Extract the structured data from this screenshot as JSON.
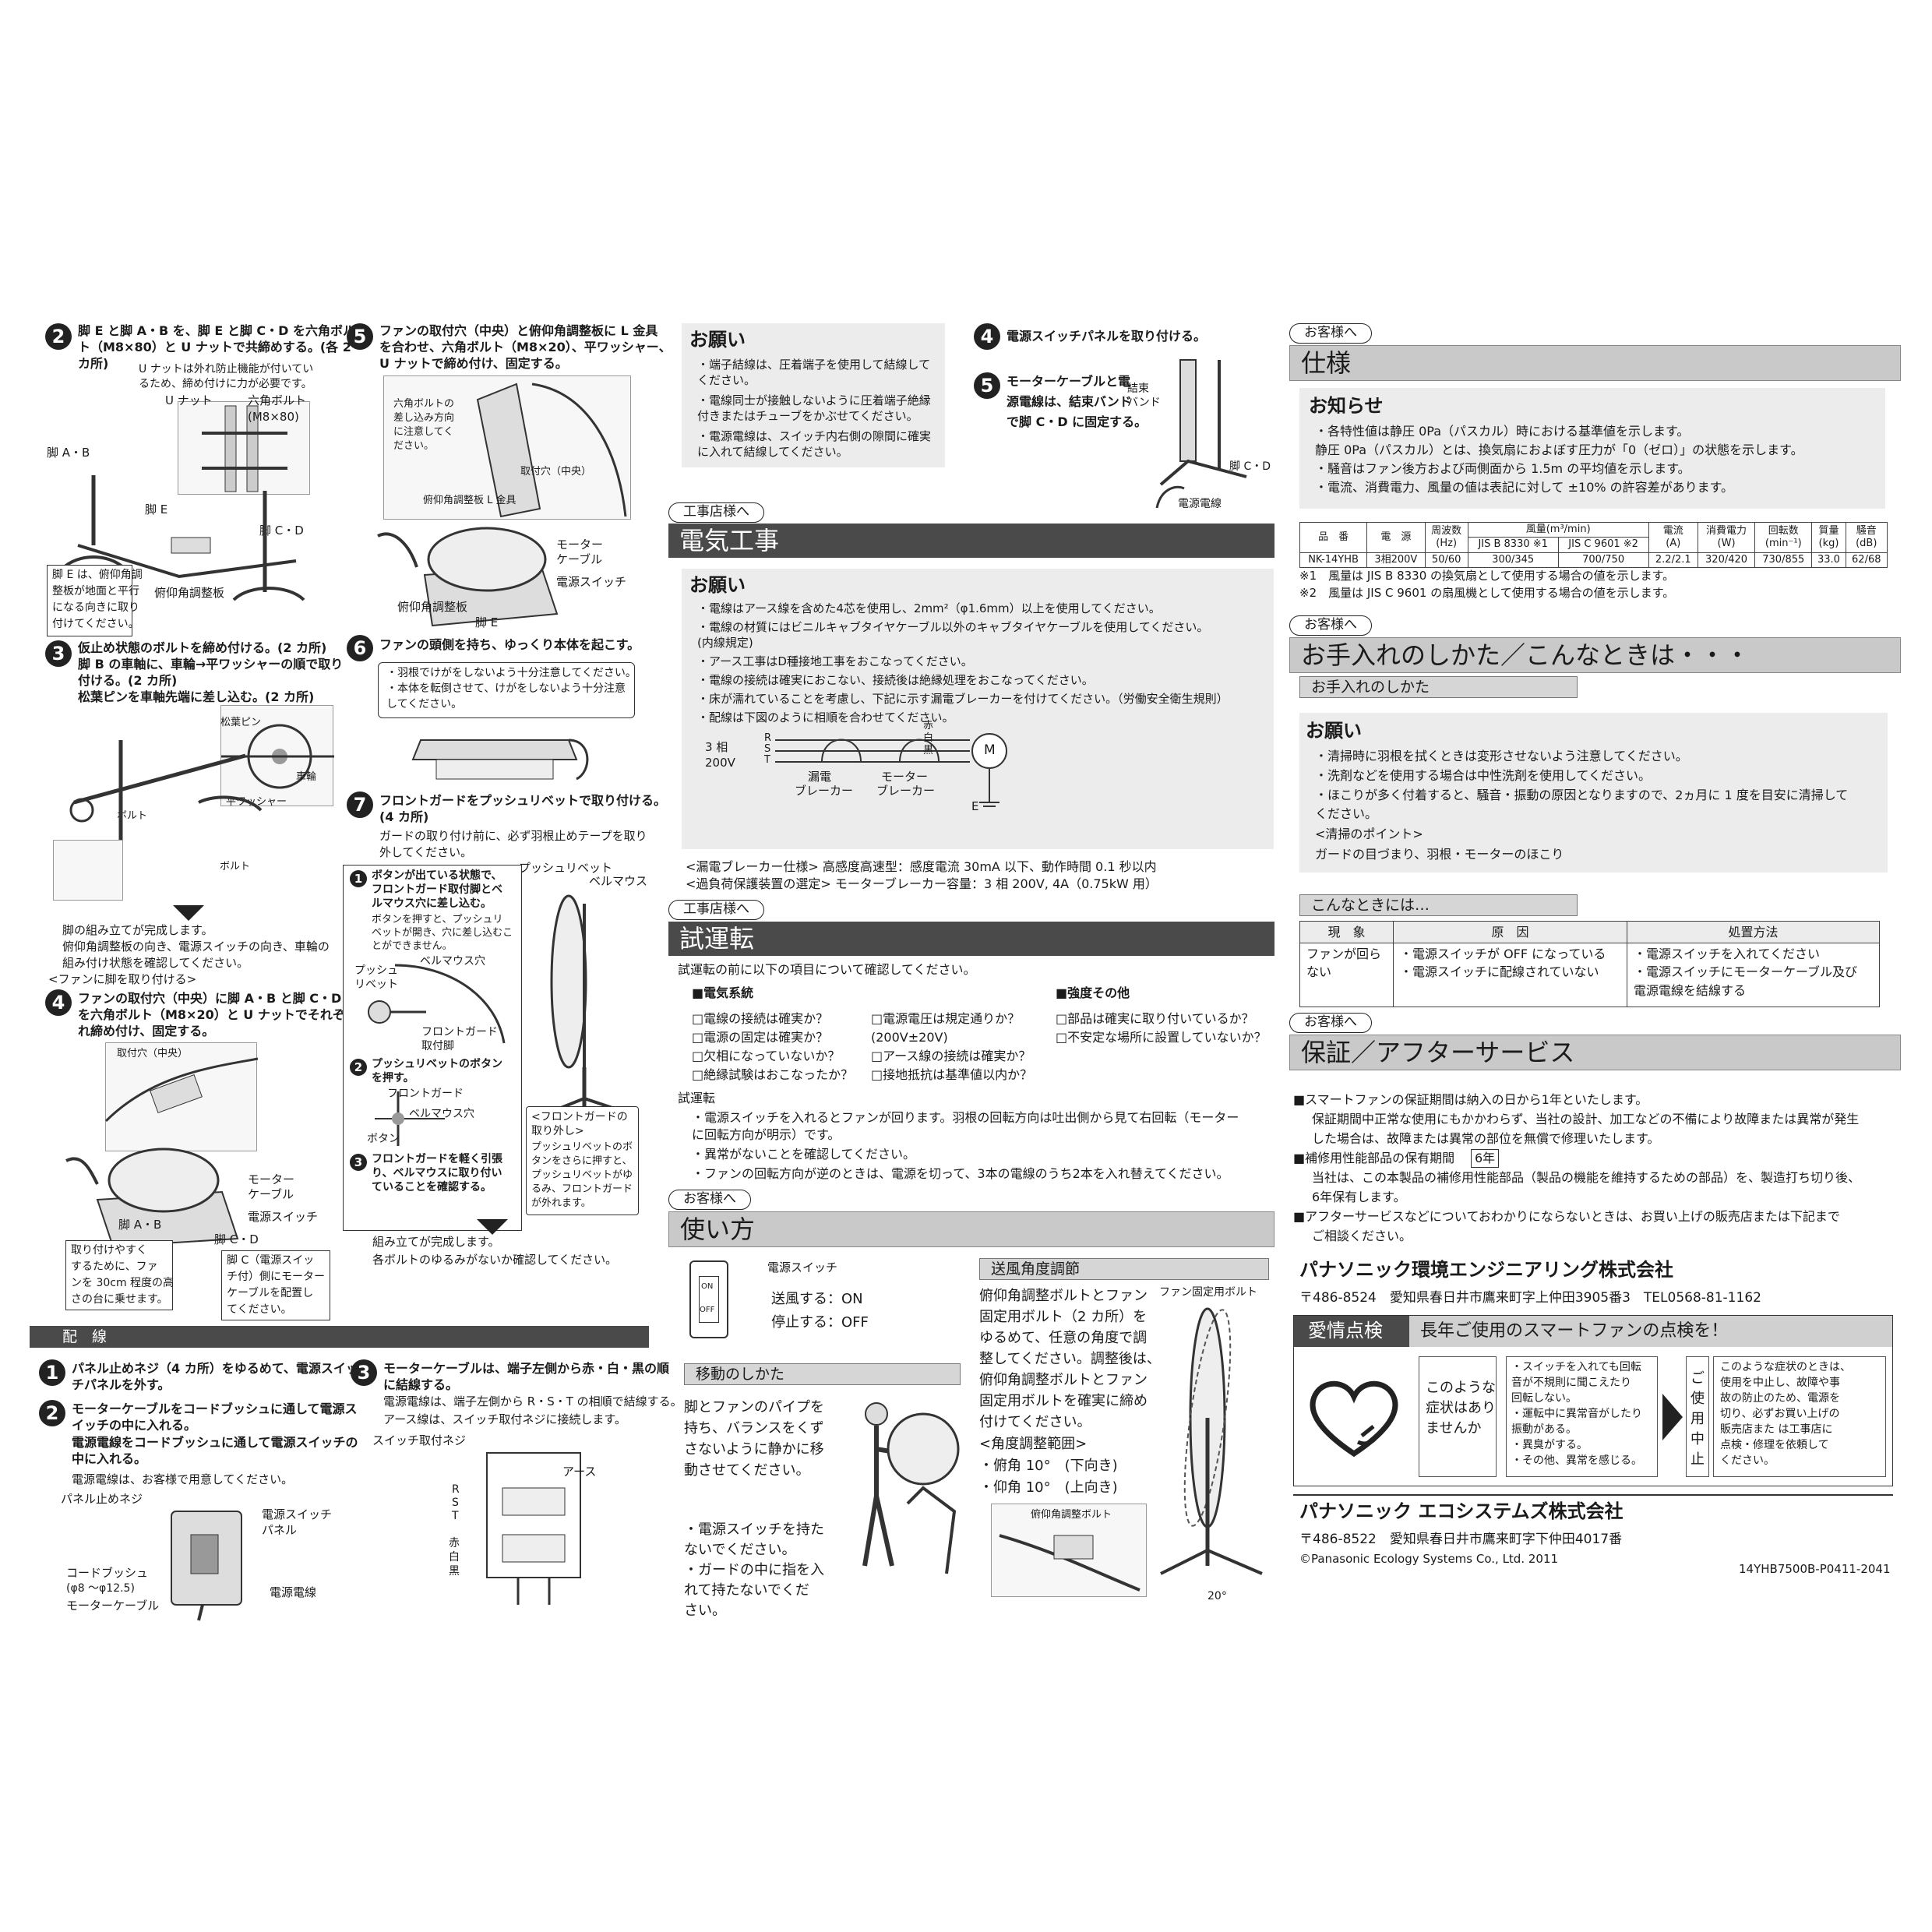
{
  "col1": {
    "step2": {
      "num": "2",
      "line1": "脚 E と脚 A・B を、脚 E と脚 C・D を六角ボル",
      "line2": "ト（M8×80）と U ナットで共締めする。(各 2",
      "line3": "カ所)"
    },
    "step2_note1": "U ナットは外れ防止機能が付いてい",
    "step2_note2": "るため、締め付けに力が必要です。",
    "lbl_unut": "U ナット",
    "lbl_hexbolt": "六角ボルト",
    "lbl_hexbolt_size": "(M8×80)",
    "lbl_leg_ab": "脚 A・B",
    "lbl_leg_e": "脚 E",
    "lbl_leg_cd": "脚 C・D",
    "lbl_tilt_plate": "俯仰角調整板",
    "leg_e_note": [
      "脚 E は、俯仰角調",
      "整板が地面と平行",
      "になる向きに取り",
      "付けてください。"
    ],
    "step3": {
      "num": "3",
      "line1": "仮止め状態のボルトを締め付ける。(2 カ所)",
      "line2": "脚 B の車軸に、車輪→平ワッシャーの順で取り",
      "line3": "付ける。(2 カ所)",
      "line4": "松葉ピンを車軸先端に差し込む。(2 カ所)"
    },
    "lbl_pin": "松葉ピン",
    "lbl_wheel": "車輪",
    "lbl_washer": "平ワッシャー",
    "lbl_bolt": "ボルト",
    "lbl_bolt2": "ボルト",
    "step3_done1": "脚の組み立てが完成します。",
    "step3_done2": "俯仰角調整板の向き、電源スイッチの向き、車輪の",
    "step3_done3": "組み付け状態を確認してください。",
    "step3_sub": "<ファンに脚を取り付ける>",
    "step4": {
      "num": "4",
      "line1": "ファンの取付穴（中央）に脚 A・B と脚 C・D",
      "line2": "を六角ボルト（M8×20）と U ナットでそれぞ",
      "line3": "れ締め付け、固定する。"
    },
    "lbl_hole_center": "取付穴（中央）",
    "lbl_motor_cable": "モーター",
    "lbl_motor_cable2": "ケーブル",
    "lbl_power_switch": "電源スイッチ",
    "lbl_leg_ab2": "脚 A・B",
    "lbl_leg_cd2": "脚 C・D",
    "step4_note": [
      "取り付けやすく",
      "するために、ファ",
      "ンを 30cm 程度の高",
      "さの台に乗せます。"
    ],
    "step4_note2": [
      "脚 C（電源スイッ",
      "チ付）側にモーター",
      "ケーブルを配置し",
      "てください。"
    ]
  },
  "col2": {
    "step5": {
      "num": "5",
      "line1": "ファンの取付穴（中央）と俯仰角調整板に L 金具",
      "line2": "を合わせ、六角ボルト（M8×20）、平ワッシャー、",
      "line3": "U ナットで締め付け、固定する。"
    },
    "fig5_note": [
      "六角ボルトの",
      "差し込み方向",
      "に注意してく",
      "ださい。"
    ],
    "lbl_hole_center": "取付穴（中央）",
    "lbl_tilt_lbracket": "俯仰角調整板  L 金具",
    "lbl_motor": "モーター",
    "lbl_cable": "ケーブル",
    "lbl_switch": "電源スイッチ",
    "lbl_tilt_plate": "俯仰角調整板",
    "lbl_leg_e": "脚 E",
    "step6": {
      "num": "6",
      "line1": "ファンの頭側を持ち、ゆっくり本体を起こす。"
    },
    "step6_note1": "・羽根でけがをしないよう十分注意してください。",
    "step6_note2": "・本体を転倒させて、けがをしないよう十分注意",
    "step6_note3": "  してください。",
    "step7": {
      "num": "7",
      "line1": "フロントガードをプッシュリベットで取り付ける。",
      "line2": "(4 カ所)"
    },
    "step7_desc1": "ガードの取り付け前に、必ず羽根止めテープを取り",
    "step7_desc2": "外してください。",
    "sub1": [
      "ボタンが出ている状態で、",
      "フロントガード取付脚とベ",
      "ルマウス穴に差し込む。"
    ],
    "sub1_note": [
      "ボタンを押すと、プッシュリ",
      "ベットが開き、穴に差し込むこ",
      "とができません。"
    ],
    "lbl_push_rivet": "プッシュリベット",
    "lbl_bellmouth": "ベルマウス",
    "lbl_push": "プッシュ",
    "lbl_rivet": "リベット",
    "lbl_bellmouth_hole": "ベルマウス穴",
    "lbl_fg_leg1": "フロントガード",
    "lbl_fg_leg2": "取付脚",
    "sub2": [
      "プッシュリベットのボタン",
      "を押す。"
    ],
    "lbl_fg": "フロントガード",
    "lbl_bellmouth_hole2": "ベルマウス穴",
    "lbl_button": "ボタン",
    "sub3": [
      "フロントガードを軽く引張",
      "り、ベルマウスに取り付い",
      "ていることを確認する。"
    ],
    "remove_title": [
      "<フロントガードの",
      "取り外し>"
    ],
    "remove_body": [
      "プッシュリベットのボ",
      "タンをさらに押すと、",
      "プッシュリベットがゆ",
      "るみ、フロントガード",
      "が外れます。"
    ],
    "done1": "組み立てが完成します。",
    "done2": "各ボルトのゆるみがないか確認してください。"
  },
  "wiring": {
    "title": "配　線",
    "step1": {
      "num": "1",
      "line1": "パネル止めネジ（4 カ所）をゆるめて、電源スイッ",
      "line2": "チパネルを外す。"
    },
    "step2": {
      "num": "2",
      "line1": "モーターケーブルをコードブッシュに通して電源ス",
      "line2": "イッチの中に入れる。",
      "line3": "電源電線をコードブッシュに通して電源スイッチの",
      "line4": "中に入れる。"
    },
    "note": "電源電線は、お客様で用意してください。",
    "lbl_panel_screw": "パネル止めネジ",
    "lbl_switch_panel1": "電源スイッチ",
    "lbl_switch_panel2": "パネル",
    "lbl_bush": "コードブッシュ",
    "lbl_bush_size": "(φ8 ～φ12.5)",
    "lbl_power_wire": "電源電線",
    "lbl_motor_cable": "モーターケーブル",
    "step3": {
      "num": "3",
      "line1": "モーターケーブルは、端子左側から赤・白・黒の順",
      "line2": "に結線する。",
      "line3": "電源電線は、端子左側から R・S・T の相順で結線する。",
      "line4": "アース線は、スイッチ取付ネジに接続します。"
    },
    "lbl_switch_screw": "スイッチ取付ネジ",
    "lbl_earth": "アース",
    "lbl_r": "R",
    "lbl_s": "S",
    "lbl_t": "T",
    "lbl_red": "赤",
    "lbl_white": "白",
    "lbl_black": "黒"
  },
  "col3": {
    "req_title": "お願い",
    "req1a": "・端子結線は、圧着端子を使用して結線して",
    "req1b": "  ください。",
    "req2a": "・電線同士が接触しないように圧着端子絶縁",
    "req2b": "  付きまたはチューブをかぶせてください。",
    "req3a": "・電源電線は、スイッチ内右側の隙間に確実",
    "req3b": "  に入れて結線してください。",
    "tag_contractor": "工事店様へ",
    "elec_title": "電気工事",
    "elec_req_title": "お願い",
    "elec1": "・電線はアース線を含めた4芯を使用し、2mm²（φ1.6mm）以上を使用してください。",
    "elec2a": "・電線の材質にはビニルキャブタイヤケーブル以外のキャブタイヤケーブルを使用してください。",
    "elec2b": "  (内線規定)",
    "elec3": "・アース工事はD種接地工事をおこなってください。",
    "elec4": "・電線の接続は確実におこない、接続後は絶縁処理をおこなってください。",
    "elec5": "・床が濡れていることを考慮し、下記に示す漏電ブレーカーを付けてください。（労働安全衛生規則）",
    "elec6": "・配線は下図のように相順を合わせてください。",
    "diag_3phase": "3 相",
    "diag_volt": "200V",
    "diag_r": "R",
    "diag_s": "S",
    "diag_t": "T",
    "diag_red": "赤",
    "diag_white": "白",
    "diag_black": "黒",
    "diag_m": "M",
    "diag_e": "E",
    "diag_leak1": "漏電",
    "diag_leak2": "ブレーカー",
    "diag_motor1": "モーター",
    "diag_motor2": "ブレーカー",
    "leak_spec": "<漏電ブレーカー仕様>  高感度高速型：感度電流 30mA 以下、動作時間 0.1 秒以内",
    "overload_spec": "<過負荷保護装置の選定>  モーターブレーカー容量：3 相 200V, 4A（0.75kW 用）",
    "tag_contractor2": "工事店様へ",
    "trial_title": "試運転",
    "trial_intro": "試運転の前に以下の項目について確認してください。",
    "trial_h1": "■電気系統",
    "trial_h2": "■強度その他",
    "chk1": "□電線の接続は確実か？",
    "chk2": "□電源の固定は確実か？",
    "chk3": "□欠相になっていないか？",
    "chk4": "□絶縁試験はおこなったか？",
    "chk5": "□電源電圧は規定通りか？",
    "chk5b": "  (200V±20V)",
    "chk6": "□アース線の接続は確実か？",
    "chk7": "□接地抵抗は基準値以内か？",
    "chk8": "□部品は確実に取り付いているか？",
    "chk9": "□不安定な場所に設置していないか？",
    "trial_sub": "試運転",
    "trial1a": "・電源スイッチを入れるとファンが回ります。羽根の回転方向は吐出側から見て右回転（モーター",
    "trial1b": "  に回転方向が明示）です。",
    "trial2": "・異常がないことを確認してください。",
    "trial3": "・ファンの回転方向が逆のときは、電源を切って、3本の電線のうち2本を入れ替えてください。",
    "tag_customer": "お客様へ",
    "usage_title": "使い方",
    "lbl_power_switch": "電源スイッチ",
    "on_label": "ON",
    "off_label": "OFF",
    "send": "送風する：ON",
    "stop": "停止する：OFF",
    "move_title": "移動のしかた",
    "move1": "脚とファンのパイプを",
    "move2": "持ち、バランスをくず",
    "move3": "さないように静かに移",
    "move4": "動させてください。",
    "move_n1a": "・電源スイッチを持た",
    "move_n1b": "  ないでください。",
    "move_n2a": "・ガードの中に指を入",
    "move_n2b": "  れて持たないでくだ",
    "move_n2c": "  さい。",
    "angle_title": "送風角度調節",
    "angle1": "俯仰角調整ボルトとファン",
    "angle2": "固定用ボルト（2 カ所）を",
    "angle3": "ゆるめて、任意の角度で調",
    "angle4": "整してください。調整後は、",
    "angle5": "俯仰角調整ボルトとファン",
    "angle6": "固定用ボルトを確実に締め",
    "angle7": "付けてください。",
    "angle_range": "<角度調整範囲>",
    "angle_down": "・俯角 10°　(下向き)",
    "angle_up": "・仰角 10°　(上向き)",
    "lbl_tilt_bolt": "俯仰角調整ボルト",
    "lbl_fan_bolt": "ファン固定用ボルト",
    "lbl_20deg": "20°",
    "step4": {
      "num": "4",
      "line1": "電源スイッチパネルを取り付ける。"
    },
    "step5": {
      "num": "5",
      "line1": "モーターケーブルと電",
      "line2": "源電線は、結束バンド",
      "line3": "で脚 C・D に固定する。"
    },
    "lbl_band1": "結束",
    "lbl_band2": "バンド",
    "lbl_leg_cd": "脚 C・D",
    "lbl_power_wire": "電源電線"
  },
  "col4": {
    "tag1": "お客様へ",
    "spec_title": "仕様",
    "notice_title": "お知らせ",
    "n1": "・各特性値は静圧 0Pa（パスカル）時における基準値を示します。",
    "n1b": "  静圧 0Pa（パスカル）とは、換気扇におよぼす圧力が「0（ゼロ）」の状態を示します。",
    "n2": "・騒音はファン後方および両側面から 1.5m の平均値を示します。",
    "n3": "・電流、消費電力、風量の値は表記に対して ±10% の許容差があります。",
    "table_head1": [
      "品　番",
      "電　源",
      "周波数\n(Hz)",
      "風量(m³/min)",
      "電流\n(A)",
      "消費電力\n(W)",
      "回転数\n(min⁻¹)",
      "質量\n(kg)",
      "騒音\n(dB)"
    ],
    "table_head2": [
      "JIS B 8330 ※1",
      "JIS C 9601 ※2"
    ],
    "table_row": [
      "NK-14YHB",
      "3相200V",
      "50/60",
      "300/345",
      "700/750",
      "2.2/2.1",
      "320/420",
      "730/855",
      "33.0",
      "62/68"
    ],
    "fn1": "※1　風量は JIS B 8330 の換気扇として使用する場合の値を示します。",
    "fn2": "※2　風量は JIS C 9601 の扇風機として使用する場合の値を示します。",
    "tag2": "お客様へ",
    "care_title": "お手入れのしかた／こんなときは・・・",
    "care_sub": "お手入れのしかた",
    "care_req": "お願い",
    "c1": "・清掃時に羽根を拭くときは変形させないよう注意してください。",
    "c2": "・洗剤などを使用する場合は中性洗剤を使用してください。",
    "c3": "・ほこりが多く付着すると、騒音・振動の原因となりますので、2ヵ月に 1 度を目安に清掃して",
    "c3b": "  ください。",
    "c4": "<清掃のポイント>",
    "c5": "ガードの目づまり、羽根・モーターのほこり",
    "trouble_sub": "こんなときには…",
    "th": [
      "現　象",
      "原　因",
      "処置方法"
    ],
    "tr_phen": "ファンが回らない",
    "tr_cause1": "・電源スイッチが OFF になっている",
    "tr_cause2": "・電源スイッチに配線されていない",
    "tr_fix1": "・電源スイッチを入れてください",
    "tr_fix2": "・電源スイッチにモーターケーブル及び",
    "tr_fix3": "  電源電線を結線する",
    "tag3": "お客様へ",
    "warranty_title": "保証／アフターサービス",
    "w1": "■スマートファンの保証期間は納入の日から1年といたします。",
    "w1b": "保証期間中正常な使用にもかかわらず、当社の設計、加工などの不備により故障または異常が発生",
    "w1c": "した場合は、故障または異常の部位を無償で修理いたします。",
    "w2": "■補修用性能部品の保有期間",
    "w2_years": "6年",
    "w2b": "当社は、この本製品の補修用性能部品（製品の機能を維持するための部品）を、製造打ち切り後、",
    "w2c": "6年保有します。",
    "w3": "■アフターサービスなどについておわかりにならないときは、お買い上げの販売店または下記まで",
    "w3b": "ご相談ください。",
    "company1": "パナソニック環境エンジニアリング株式会社",
    "addr1": "〒486-8524　愛知県春日井市鷹来町字上仲田3905番3　TEL0568-81-1162",
    "check_title": "愛情点検",
    "check_msg": "長年ご使用のスマートファンの点検を！",
    "check_q": [
      "このような",
      "症状はあり",
      "ませんか"
    ],
    "check_list": [
      "・スイッチを入れても回転",
      "  音が不規則に聞こえたり",
      "  回転しない。",
      "・運転中に異常音がしたり",
      "  振動がある。",
      "・異臭がする。",
      "・その他、異常を感じる。"
    ],
    "check_stop": [
      "ご",
      "使",
      "用",
      "中",
      "止"
    ],
    "check_action": [
      "このような症状のときは、",
      "使用を中止し、故障や事",
      "故の防止のため、電源を",
      "切り、必ずお買い上げの",
      "販売店また は工事店に",
      "点検・修理を依頼して",
      "ください。"
    ],
    "company2": "パナソニック エコシステムズ株式会社",
    "addr2": "〒486-8522　愛知県春日井市鷹来町字下仲田4017番",
    "copyright": "©Panasonic Ecology Systems Co., Ltd. 2011",
    "doc_code": "14YHB7500B-P0411-2041"
  },
  "colors": {
    "bar_dark": "#4a4a4a",
    "bar_light": "#c9c9c9",
    "gray_box": "#ececec"
  }
}
